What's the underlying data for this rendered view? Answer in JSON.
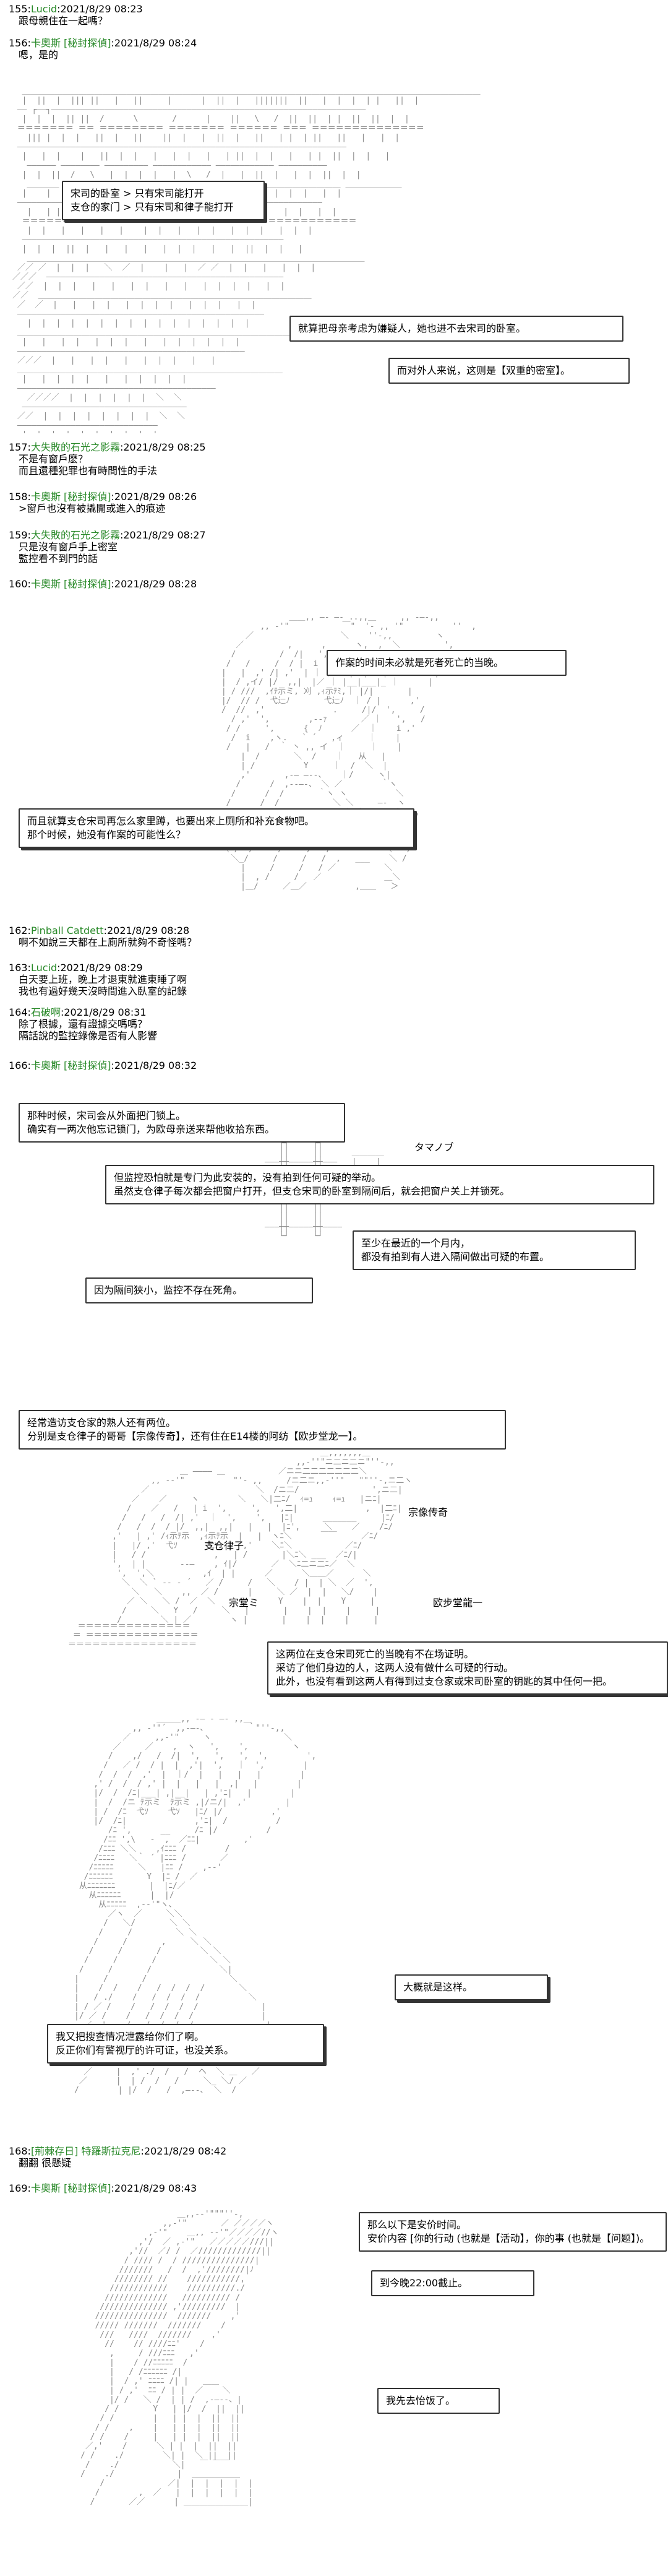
{
  "posts": [
    {
      "num": "155:",
      "name": "Lucid",
      "ts": ":2021/8/29 08:23",
      "body": "跟母親住在一起嗎？"
    },
    {
      "num": "156:",
      "name": "卡奧斯 [秘封探偵]",
      "ts": ":2021/8/29 08:24",
      "body": "嗯，是的"
    },
    {
      "num": "157:",
      "name": "大失敗的石光之影霧",
      "ts": ":2021/8/29 08:25",
      "body": "不是有窗戶麽？\n而且還種犯罪也有時間性的手法"
    },
    {
      "num": "158:",
      "name": "卡奧斯 [秘封探偵]",
      "ts": ":2021/8/29 08:26",
      "body": ">窗戶也沒有被撬開或進入的痕迹"
    },
    {
      "num": "159:",
      "name": "大失敗的石光之影霧",
      "ts": ":2021/8/29 08:27",
      "body": "只是沒有窗戶手上密室\n監控看不到門的話"
    },
    {
      "num": "160:",
      "name": "卡奧斯 [秘封探偵]",
      "ts": ":2021/8/29 08:28",
      "body": ""
    },
    {
      "num": "162:",
      "name": "Pinball Catdett",
      "ts": ":2021/8/29 08:28",
      "body": "啊不如說三天都在上廁所就夠不奇怪嗎？"
    },
    {
      "num": "163:",
      "name": "Lucid",
      "ts": ":2021/8/29 08:29",
      "body": "白天要上班，晚上才退東就進東睡了啊\n我也有過好幾天沒時間進入臥室的記錄"
    },
    {
      "num": "164:",
      "name": "石破啊",
      "ts": ":2021/8/29 08:31",
      "body": "除了根據，還有證據交嗎嗎？\n隔話說的監控錄像是否有人影響"
    },
    {
      "num": "166:",
      "name": "卡奧斯 [秘封探偵]",
      "ts": ":2021/8/29 08:32",
      "body": ""
    },
    {
      "num": "168:",
      "name": "[荊棘存日] 特羅斯拉克尼",
      "ts": ":2021/8/29 08:42",
      "body": "翻翻 很懸疑"
    },
    {
      "num": "169:",
      "name": "卡奧斯 [秘封探偵]",
      "ts": ":2021/8/29 08:43",
      "body": ""
    }
  ],
  "bubbles": {
    "b1": "宋司的卧室 > 只有宋司能打开\n支仓的家门 > 只有宋司和律子能打开",
    "b2": "就算把母亲考虑为嫌疑人，她也进不去宋司的卧室。",
    "b3": "而对外人来说，这则是【双重的密室】。",
    "b4": "作案的时间未必就是死者死亡的当晚。",
    "b5": "而且就算支仓宋司再怎么家里蹲，也要出来上厕所和补充食物吧。\n那个时候，她没有作案的可能性么？",
    "b6": "那种时候，宋司会从外面把门锁上。\n确实有一两次他忘记锁门，为欧母亲送来帮他收拾东西。",
    "b7": "但监控恐怕就是专门为此安装的，没有拍到任何可疑的举动。\n虽然支仓律子每次都会把窗户打开，但支仓宋司的卧室到隔间后，就会把窗户关上并锁死。",
    "b8": "至少在最近的一个月内，\n都没有拍到有人进入隔间做出可疑的布置。",
    "b9": "因为隔间狭小，监控不存在死角。",
    "b10": "经常造访支仓家的熟人还有两位。\n分别是支仓律子的哥哥【宗像传奇】，还有住在E14楼的阿纺【欧步堂龙一】。",
    "b11": "这两位在支仓宋司死亡的当晚有不在场证明。\n采访了他们身边的人，这两人没有做什么可疑的行动。\n此外，也没有看到这两人有得到过支仓家或宋司卧室的钥匙的其中任何一把。",
    "b12": "大概就是这样。",
    "b13": "我又把搜查情况泄露给你们了啊。\n反正你们有警视厅的许可证，也没关系。",
    "b14": "那么以下是安价时间。\n安价内容 [你的行动 (也就是【活动】，你的事 (也就是【问题】)。",
    "b15": "到今晚22:00截止。",
    "b16": "我先去怡饭了。"
  },
  "labels": {
    "tamanobu": "タマノブ",
    "ritsuko": "支仓律子",
    "munakata": "宗像传奇",
    "sotsu": "宗堂ミ",
    "ayumu": "欧步堂龍一"
  }
}
